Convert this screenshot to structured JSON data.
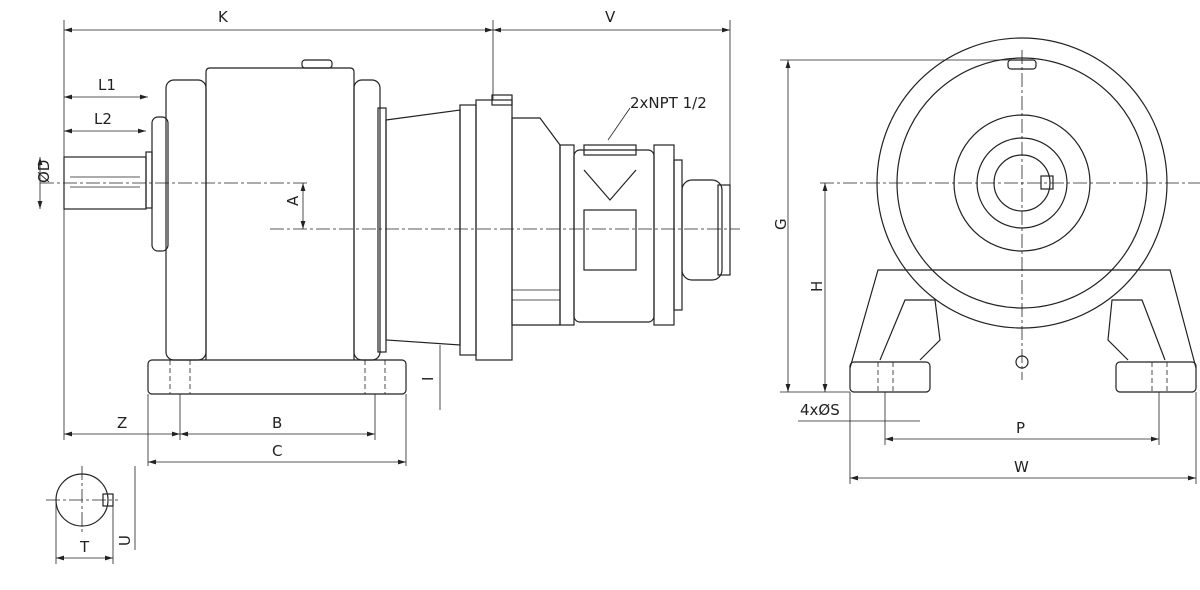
{
  "drawing": {
    "title": "Gear reducer dimension drawing",
    "labels": {
      "K": "K",
      "V": "V",
      "L1": "L1",
      "L2": "L2",
      "D": "ØD",
      "A": "A",
      "npt": "2xNPT 1/2",
      "I": "I",
      "Z": "Z",
      "B": "B",
      "C": "C",
      "T": "T",
      "U": "U",
      "G": "G",
      "H": "H",
      "S": "4xØS",
      "P": "P",
      "W": "W"
    }
  }
}
